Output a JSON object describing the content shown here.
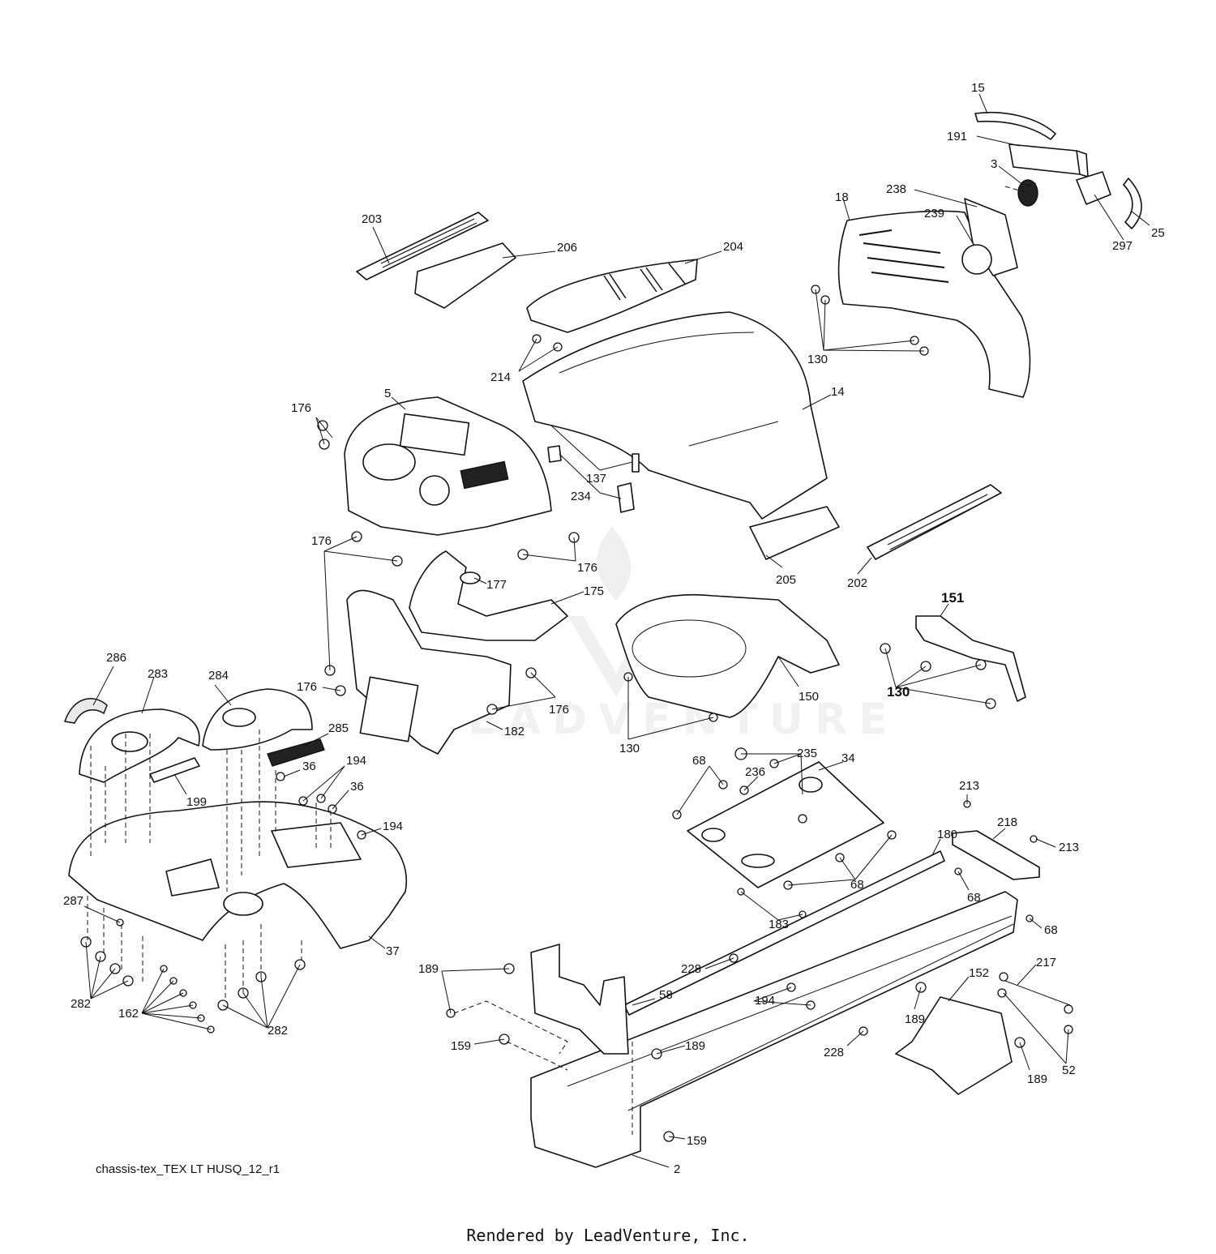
{
  "diagram": {
    "drawing_id": "chassis-tex_TEX LT HUSQ_12_r1",
    "footer": "Rendered by LeadVenture, Inc.",
    "watermark": "LEADVENTURE",
    "callouts": {
      "c15": "15",
      "c191": "191",
      "c3": "3",
      "c238": "238",
      "c18": "18",
      "c239": "239",
      "c25": "25",
      "c297": "297",
      "c130_hood": "130",
      "c203": "203",
      "c206": "206",
      "c204": "204",
      "c214": "214",
      "c14": "14",
      "c5": "5",
      "c176_top": "176",
      "c137": "137",
      "c234": "234",
      "c205": "205",
      "c202": "202",
      "c176_mid": "176",
      "c176_right": "176",
      "c177": "177",
      "c175": "175",
      "c151": "151",
      "c130_bracket": "130",
      "c176_left": "176",
      "c176_lower": "176",
      "c182": "182",
      "c150": "150",
      "c130_pan": "130",
      "c286": "286",
      "c283": "283",
      "c284": "284",
      "c285": "285",
      "c199": "199",
      "c36_a": "36",
      "c194_a": "194",
      "c36_b": "36",
      "c194_b": "194",
      "c287": "287",
      "c37": "37",
      "c282_left": "282",
      "c162": "162",
      "c282_right": "282",
      "c68_top": "68",
      "c235": "235",
      "c236": "236",
      "c34": "34",
      "c68_right": "68",
      "c183": "183",
      "c213_top": "213",
      "c218": "218",
      "c213_right": "213",
      "c180": "180",
      "c68_rail": "68",
      "c68_low": "68",
      "c189_left": "189",
      "c228_top": "228",
      "c58": "58",
      "c194_frame": "194",
      "c159_top": "159",
      "c189_mid": "189",
      "c228_low": "228",
      "c152": "152",
      "c217": "217",
      "c189_right": "189",
      "c189_low": "189",
      "c52": "52",
      "c159_low": "159",
      "c2": "2"
    }
  }
}
